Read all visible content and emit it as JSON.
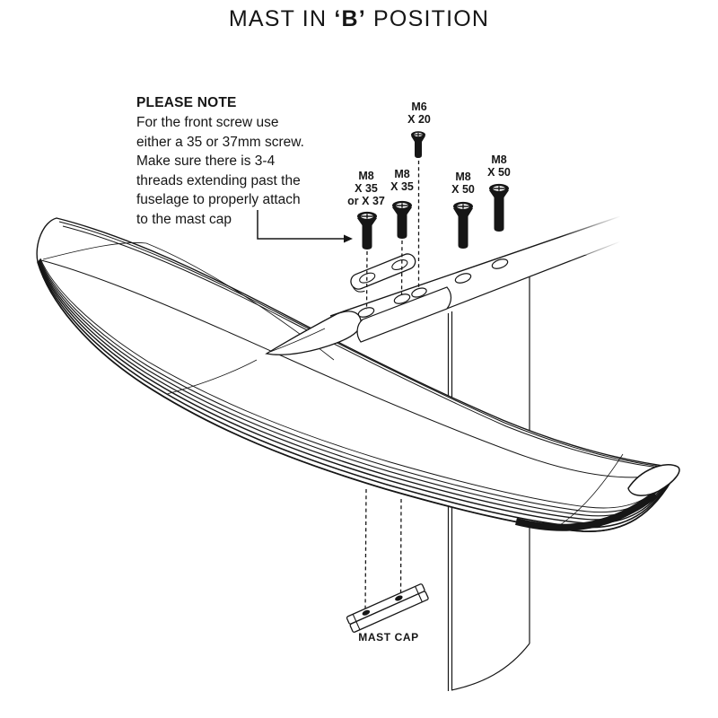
{
  "title": {
    "prefix": "MAST IN ",
    "emph": "‘B’",
    "suffix": " POSITION"
  },
  "note": {
    "heading": "PLEASE NOTE",
    "lines": [
      "For the front screw use",
      "either a 35 or 37mm screw.",
      "Make sure there is 3-4",
      "threads extending past the",
      "fuselage to properly attach",
      "to the mast cap"
    ]
  },
  "screw_labels": [
    {
      "id": "m6-x20",
      "lines": [
        "M6",
        "X 20",
        ""
      ]
    },
    {
      "id": "m8-x35-or-x37",
      "lines": [
        "M8",
        "X 35",
        "or X 37"
      ]
    },
    {
      "id": "m8-x35",
      "lines": [
        "M8",
        "X 35",
        ""
      ]
    },
    {
      "id": "m8-x50-a",
      "lines": [
        "M8",
        "X 50",
        ""
      ]
    },
    {
      "id": "m8-x50-b",
      "lines": [
        "M8",
        "X 50",
        ""
      ]
    }
  ],
  "mast_cap_label": "MAST CAP",
  "colors": {
    "ink": "#161616"
  }
}
